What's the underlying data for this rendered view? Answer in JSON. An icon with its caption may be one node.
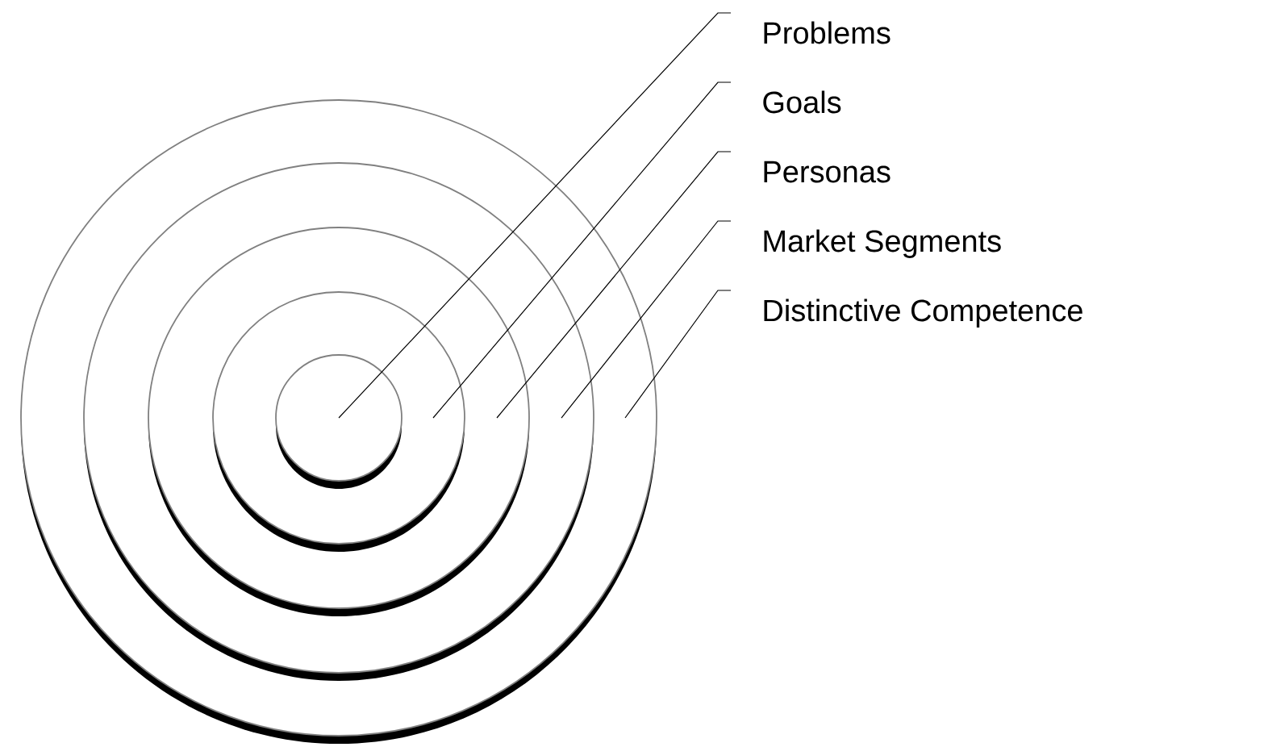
{
  "diagram": {
    "nodes": [
      {
        "text": [
          "Problems"
        ]
      },
      {
        "text": [
          "Goals"
        ]
      },
      {
        "text": [
          "Personas"
        ]
      },
      {
        "text": [
          "Market Segments"
        ]
      },
      {
        "text": [
          "Distinctive Competence"
        ]
      },
      {
        "text": [],
        "shape": "circle"
      },
      {
        "text": [],
        "shape": "circle",
        "in": 5
      },
      {
        "text": [],
        "shape": "circle",
        "in": 6
      },
      {
        "text": [],
        "shape": "circle",
        "in": 7
      },
      {
        "text": [],
        "shape": "circle",
        "in": 8
      }
    ],
    "edges": [
      {
        "from": 0,
        "to": 9,
        "arrow": "none"
      },
      {
        "from": 1,
        "to": 8,
        "arrow": "none"
      },
      {
        "from": 2,
        "to": 7,
        "arrow": "none"
      },
      {
        "from": 3,
        "to": 6,
        "arrow": "none"
      },
      {
        "from": 4,
        "to": 5,
        "arrow": "none"
      }
    ]
  }
}
